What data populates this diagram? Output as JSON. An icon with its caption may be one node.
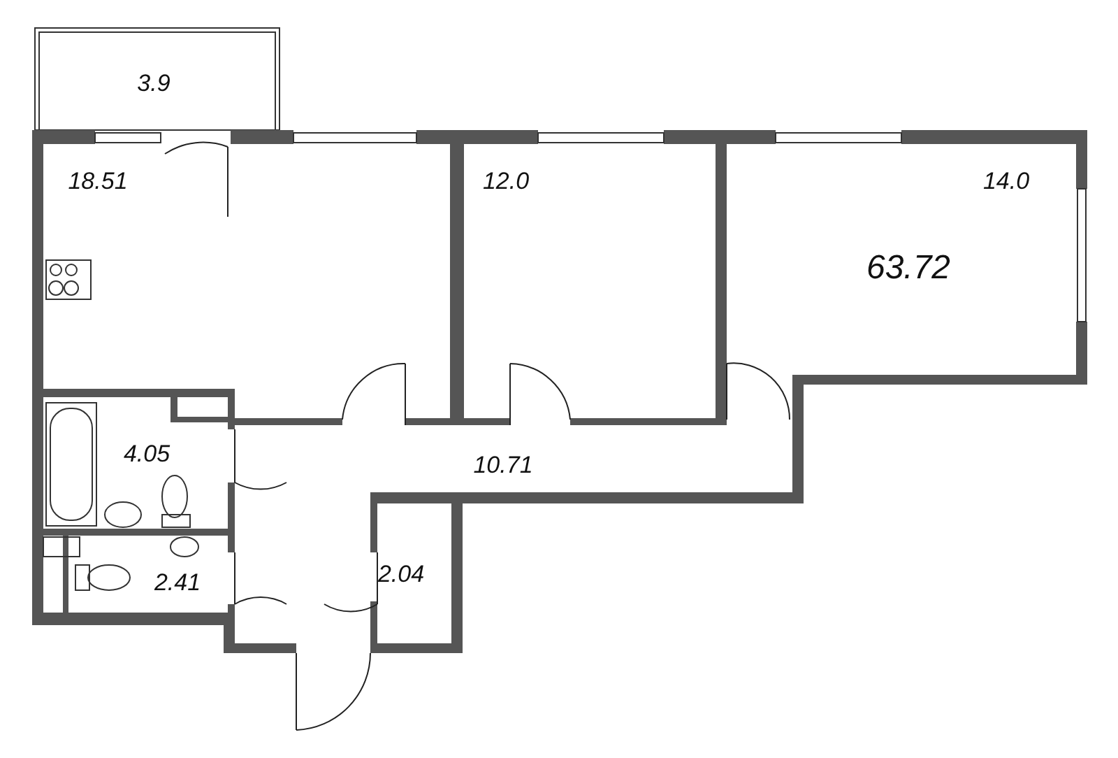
{
  "diagram": {
    "labels": [
      "3.9",
      "18.51",
      "12.0",
      "14.0",
      "63.72",
      "4.05",
      "10.71",
      "2.04",
      "2.41"
    ]
  }
}
